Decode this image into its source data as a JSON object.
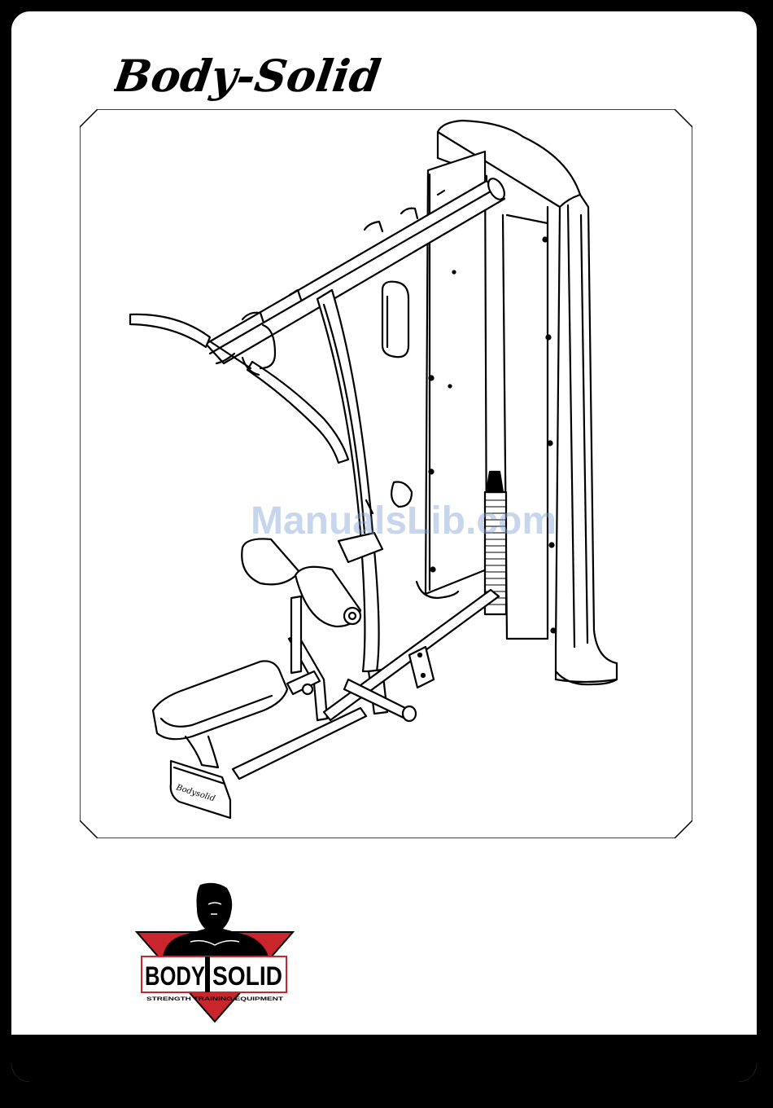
{
  "header": {
    "script_logo_text": "Body-Solid"
  },
  "watermark": {
    "text": "ManualsLib.com"
  },
  "brand_badge": {
    "text_left": "BODY",
    "text_right": "SOLID",
    "tagline": "STRENGTH TRAINING EQUIPMENT"
  },
  "equipment_illustration": {
    "seat_brand_text": "Bodysolid"
  },
  "colors": {
    "ink": "#000000",
    "badge_red": "#c8262c",
    "watermark_blue": "#82a5d7"
  }
}
